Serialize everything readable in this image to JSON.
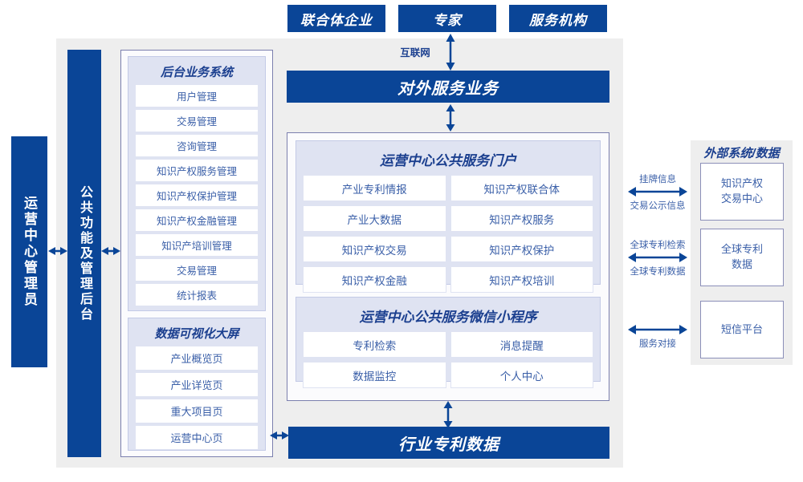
{
  "top_actors": [
    {
      "label": "联合体企业"
    },
    {
      "label": "专家"
    },
    {
      "label": "服务机构"
    }
  ],
  "internet_label": "互联网",
  "external_service_bar": {
    "label": "对外服务业务"
  },
  "left_columns": [
    {
      "label": "运营中心管理员",
      "name": "operations-center-admin"
    },
    {
      "label": "公共功能及管理后台",
      "name": "common-function-admin-backend"
    }
  ],
  "backend_system": {
    "title": "后台业务系统",
    "items": [
      {
        "label": "用户管理"
      },
      {
        "label": "交易管理"
      },
      {
        "label": "咨询管理"
      },
      {
        "label": "知识产权服务管理"
      },
      {
        "label": "知识产权保护管理"
      },
      {
        "label": "知识产权金融管理"
      },
      {
        "label": "知识产培训管理"
      },
      {
        "label": "交易管理"
      },
      {
        "label": "统计报表"
      }
    ]
  },
  "data_visual_screen": {
    "title": "数据可视化大屏",
    "items": [
      {
        "label": "产业概览页"
      },
      {
        "label": "产业详览页"
      },
      {
        "label": "重大项目页"
      },
      {
        "label": "运营中心页"
      }
    ]
  },
  "portal": {
    "title": "运营中心公共服务门户",
    "items": [
      {
        "label": "产业专利情报"
      },
      {
        "label": "知识产权联合体"
      },
      {
        "label": "产业大数据"
      },
      {
        "label": "知识产权服务"
      },
      {
        "label": "知识产权交易"
      },
      {
        "label": "知识产权保护"
      },
      {
        "label": "知识产权金融"
      },
      {
        "label": "知识产权培训"
      }
    ]
  },
  "miniprogram": {
    "title": "运营中心公共服务微信小程序",
    "items": [
      {
        "label": "专利检索"
      },
      {
        "label": "消息提醒"
      },
      {
        "label": "数据监控"
      },
      {
        "label": "个人中心"
      }
    ]
  },
  "industry_patent_bar": {
    "label": "行业专利数据"
  },
  "external": {
    "title": "外部系统/数据",
    "boxes": [
      {
        "label": "知识产权\n交易中心",
        "line1": "知识产权",
        "line2": "交易中心"
      },
      {
        "label": "全球专利\n数据",
        "line1": "全球专利",
        "line2": "数据"
      },
      {
        "label": "短信平台",
        "line1": "短信平台",
        "line2": ""
      }
    ],
    "connectors": [
      {
        "above": "挂牌信息",
        "below": "交易公示信息"
      },
      {
        "above": "全球专利检索",
        "below": "全球专利数据"
      },
      {
        "above": "",
        "below": "服务对接"
      }
    ]
  },
  "colors": {
    "primary_blue": "#0a4597",
    "accent_text_blue": "#3a5fa8",
    "panel_gray": "#eeeeee",
    "group_lavender": "#dfe3f2",
    "outline_purple": "#7b7fae"
  }
}
